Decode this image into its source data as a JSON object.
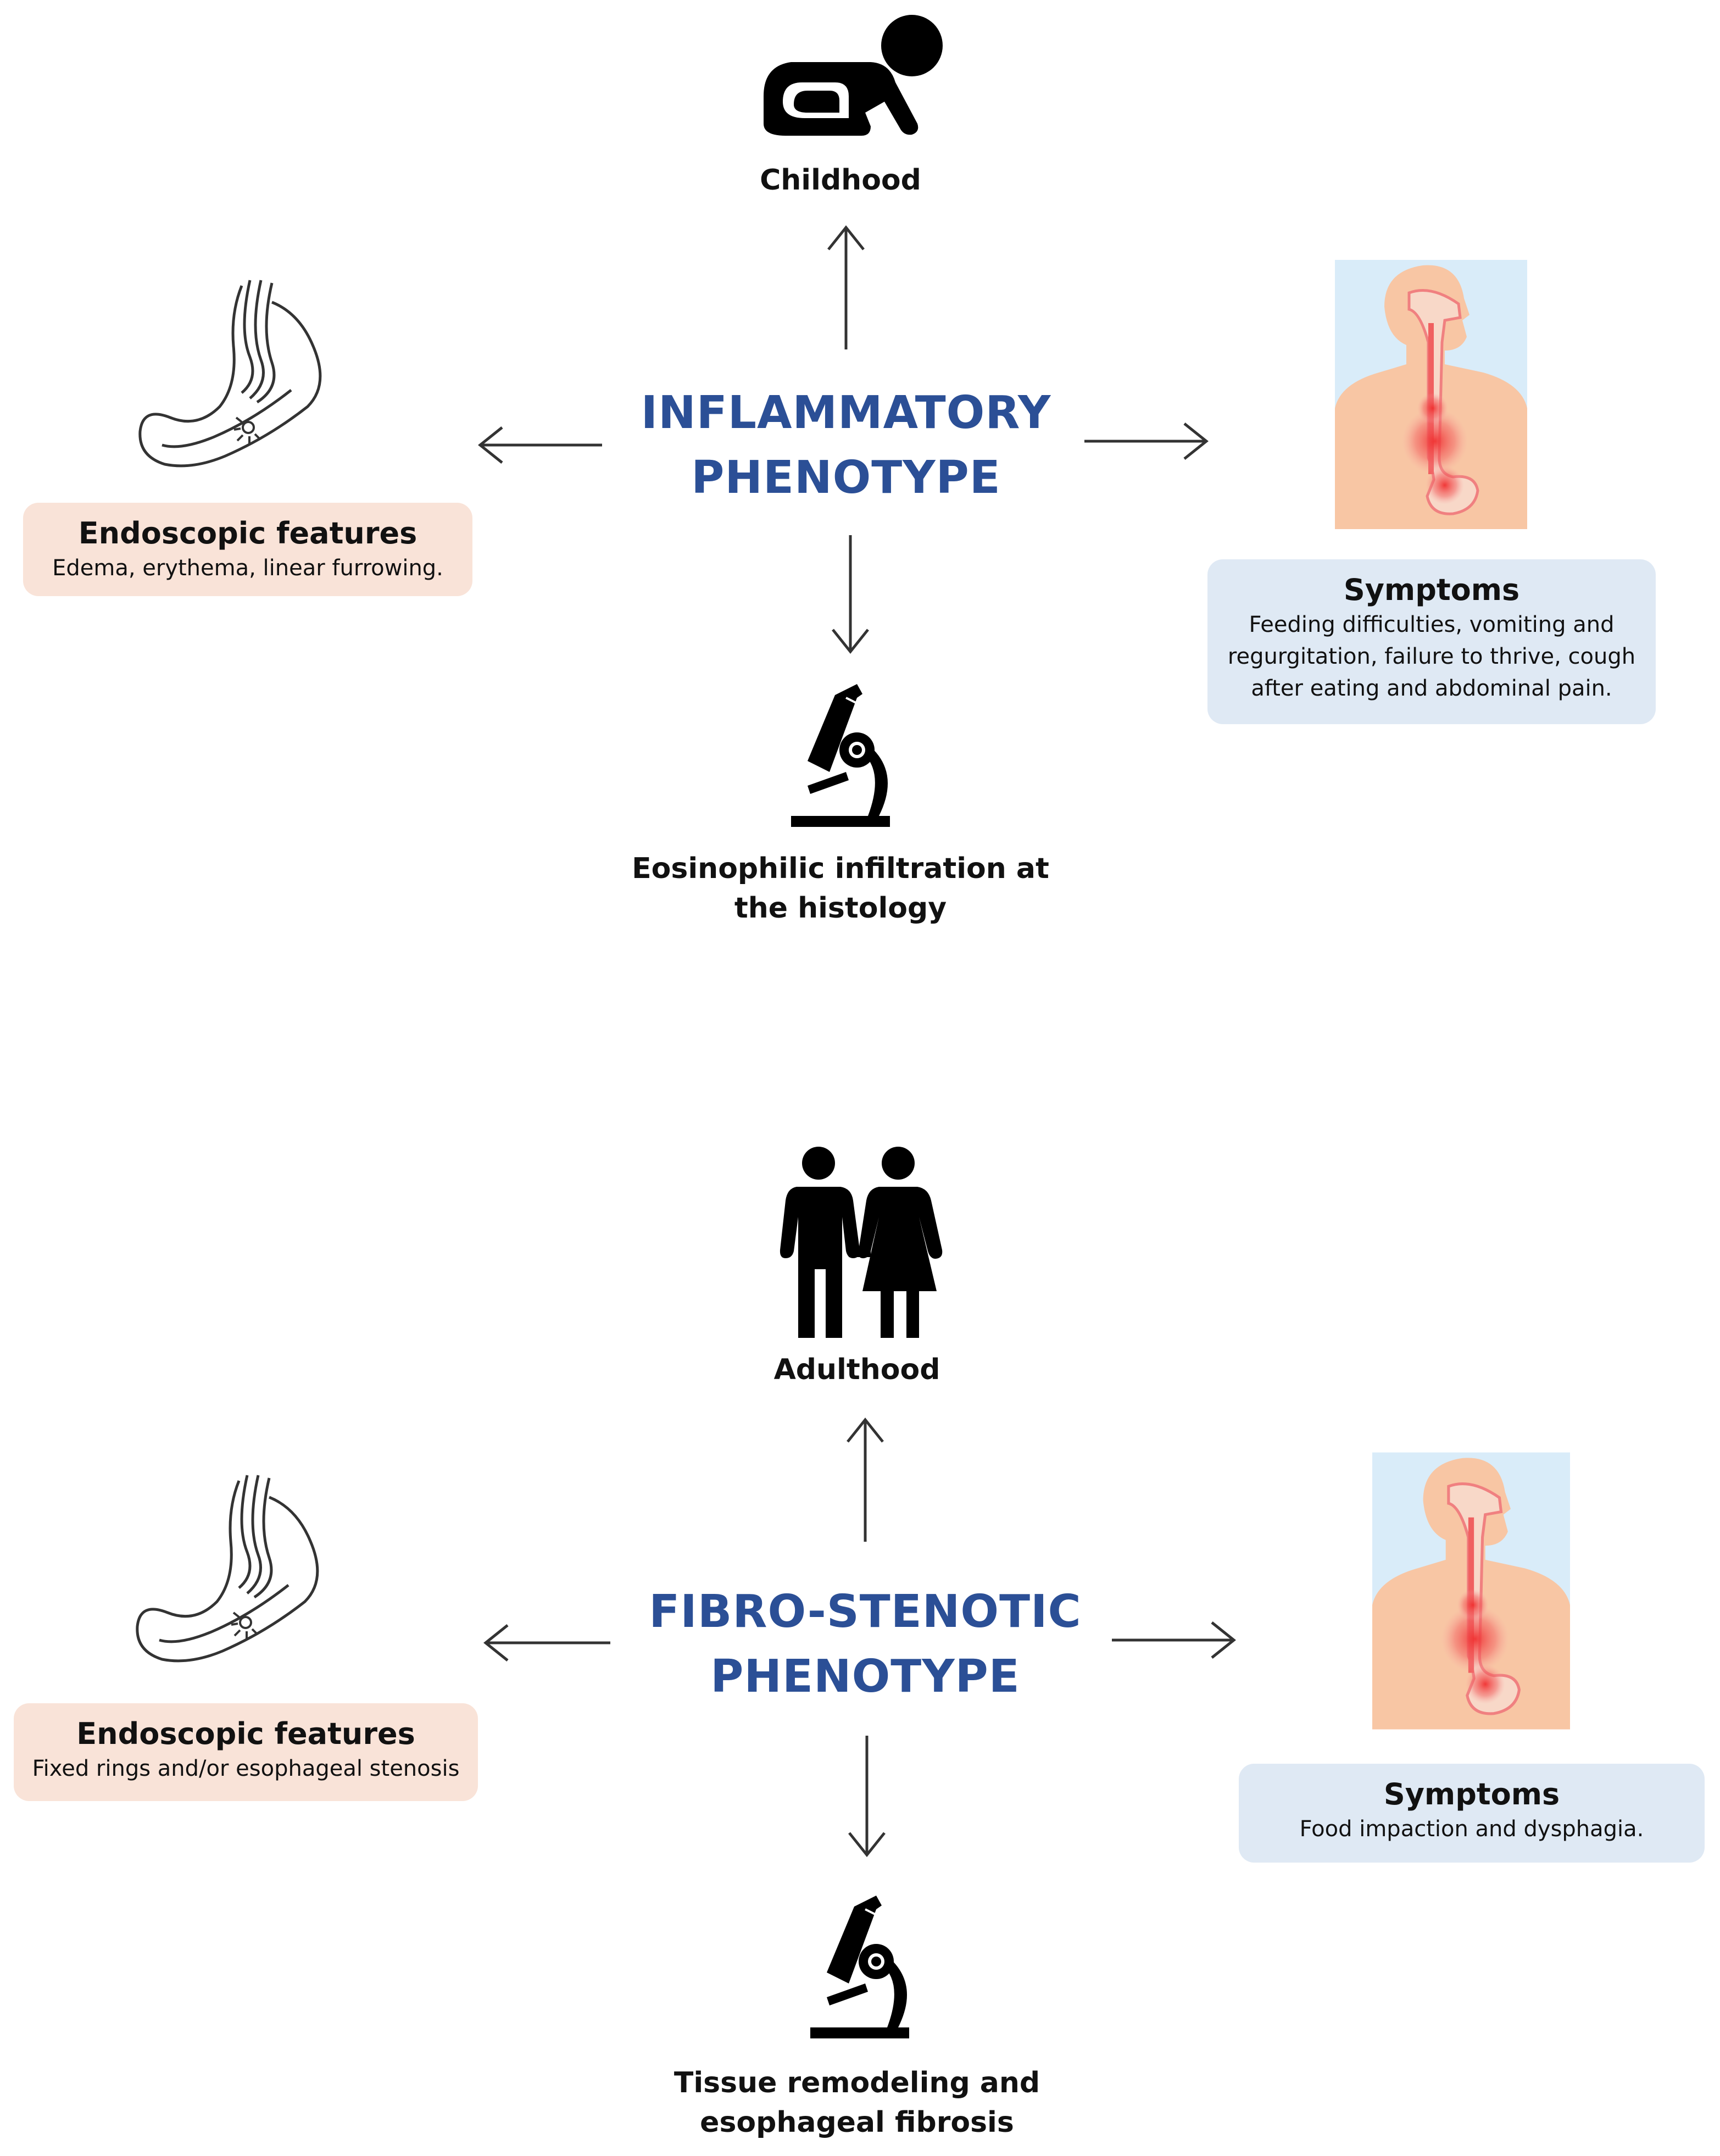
{
  "inflammatory": {
    "title_line1": "INFLAMMATORY",
    "title_line2": "PHENOTYPE",
    "age_label": "Childhood",
    "age_icon": "crawling-baby-icon",
    "endoscopic": {
      "title": "Endoscopic features",
      "text": "Edema, erythema, linear furrowing."
    },
    "symptoms": {
      "title": "Symptoms",
      "text": "Feeding difficulties, vomiting and regurgitation, failure to thrive, cough after eating and abdominal pain."
    },
    "histology": {
      "line1": "Eosinophilic infiltration at",
      "line2": "the histology"
    }
  },
  "fibrostenotic": {
    "title_line1": "FIBRO-STENOTIC",
    "title_line2": "PHENOTYPE",
    "age_label": "Adulthood",
    "age_icon": "adult-couple-icon",
    "endoscopic": {
      "title": "Endoscopic features",
      "text": "Fixed rings and/or esophageal stenosis"
    },
    "symptoms": {
      "title": "Symptoms",
      "text": "Food impaction and dysphagia."
    },
    "histology": {
      "line1": "Tissue remodeling and",
      "line2": "esophageal fibrosis"
    }
  },
  "colors": {
    "phenotype_title": "#2b4f96",
    "endoscopic_box": "#f9e3d8",
    "symptoms_box": "#dfe9f4",
    "anatomy_background": "#d9ecf9",
    "skin": "#f8c6a4",
    "inflammation": "#f04a4a"
  },
  "icons": [
    "crawling-baby-icon",
    "stomach-endoscope-icon",
    "upper-body-anatomy-icon",
    "microscope-icon",
    "adult-couple-icon"
  ]
}
